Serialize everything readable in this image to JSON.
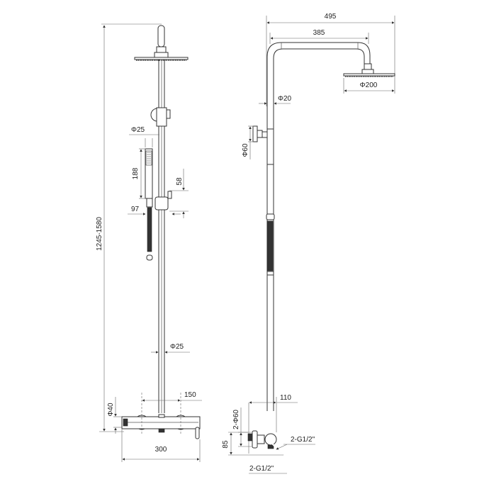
{
  "front_view": {
    "total_height": "1245-1580",
    "hand_shower_diameter": "Φ25",
    "hand_shower_length": "188",
    "slide_bracket_height": "58",
    "hand_shower_offset": "97",
    "rail_diameter": "Φ25",
    "mixer_centers": "150",
    "mixer_diameter": "Φ40",
    "mixer_width": "300"
  },
  "side_view": {
    "overall_reach": "495",
    "arm_length": "385",
    "head_diameter": "Φ200",
    "pipe_diameter": "Φ20",
    "diverter_knob_diameter": "Φ60",
    "wall_offset": "110",
    "flange_diameter": "2-Φ60",
    "inlet_height": "85",
    "inlet_thread_right": "2-G1/2\"",
    "inlet_thread_bottom": "2-G1/2\""
  }
}
